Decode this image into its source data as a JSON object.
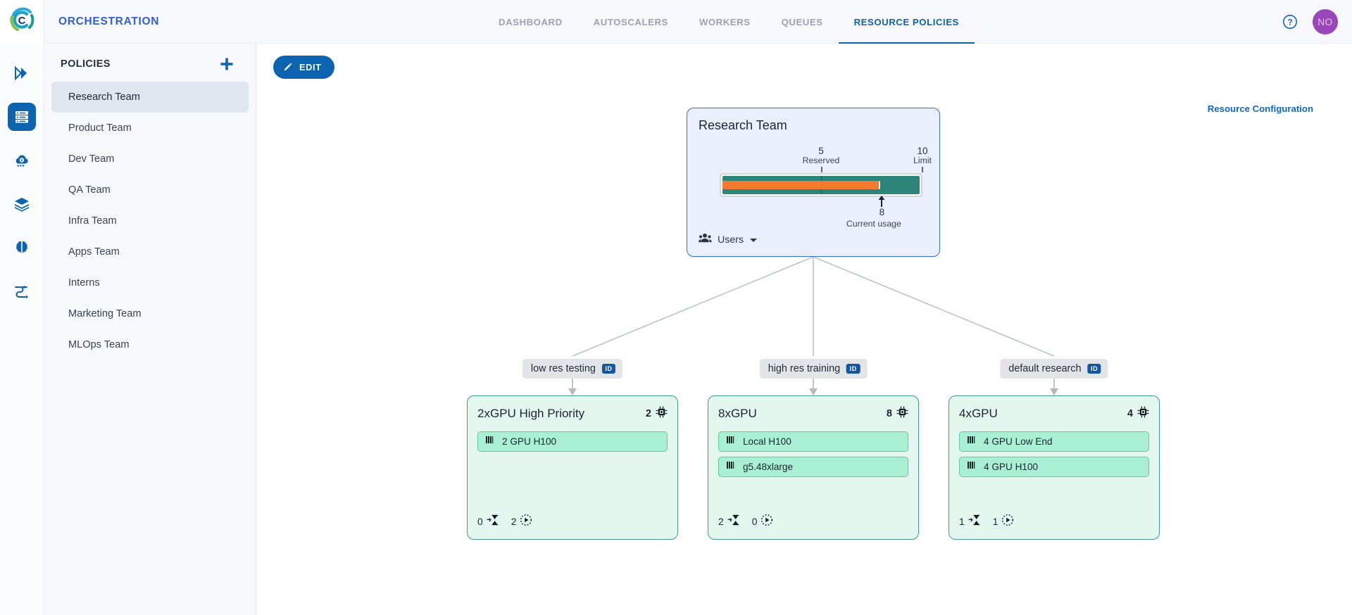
{
  "app": {
    "brand_title": "ORCHESTRATION",
    "logo_icon": "run-ai-c-logo-icon",
    "help_icon": "help-circle-icon",
    "avatar_initials": "NO"
  },
  "nav": {
    "tabs": [
      {
        "label": "DASHBOARD",
        "active": false
      },
      {
        "label": "AUTOSCALERS",
        "active": false
      },
      {
        "label": "WORKERS",
        "active": false
      },
      {
        "label": "QUEUES",
        "active": false
      },
      {
        "label": "RESOURCE POLICIES",
        "active": true
      }
    ]
  },
  "rail": {
    "items": [
      {
        "icon": "double-chevron-right-icon",
        "active": false
      },
      {
        "icon": "server-rack-icon",
        "active": true
      },
      {
        "icon": "cloud-gear-icon",
        "active": false
      },
      {
        "icon": "layers-stack-icon",
        "active": false
      },
      {
        "icon": "brain-icon",
        "active": false
      },
      {
        "icon": "shuffle-routes-icon",
        "active": false
      }
    ]
  },
  "sidebar": {
    "title": "POLICIES",
    "add_icon": "plus-icon",
    "items": [
      {
        "label": "Research Team",
        "selected": true
      },
      {
        "label": "Product Team",
        "selected": false
      },
      {
        "label": "Dev Team",
        "selected": false
      },
      {
        "label": "QA Team",
        "selected": false
      },
      {
        "label": "Infra Team",
        "selected": false
      },
      {
        "label": "Apps Team",
        "selected": false
      },
      {
        "label": "Interns",
        "selected": false
      },
      {
        "label": "Marketing Team",
        "selected": false
      },
      {
        "label": "MLOps Team",
        "selected": false
      }
    ]
  },
  "toolbar": {
    "edit_label": "EDIT",
    "edit_icon": "pencil-icon",
    "resource_configuration_label": "Resource Configuration"
  },
  "graph": {
    "root": {
      "title": "Research Team",
      "gauge": {
        "reserved_value": "5",
        "reserved_label": "Reserved",
        "limit_value": "10",
        "limit_label": "Limit",
        "current_value": "8",
        "current_label": "Current usage",
        "max": 10,
        "reserved": 5,
        "current": 8,
        "track_color": "#2c8579",
        "fill_color": "#f5792e"
      },
      "users_label": "Users",
      "users_icon": "users-group-icon",
      "users_caret_icon": "caret-down-icon"
    },
    "queues": [
      {
        "name": "low res testing",
        "chip": "ID"
      },
      {
        "name": "high res training",
        "chip": "ID"
      },
      {
        "name": "default research",
        "chip": "ID"
      }
    ],
    "resource_cards": [
      {
        "title": "2xGPU High Priority",
        "capacity": "2",
        "capacity_icon": "cpu-chip-icon",
        "resources": [
          {
            "label": "2 GPU H100",
            "icon": "gpu-bars-icon"
          }
        ],
        "pending": {
          "value": "0",
          "icon": "hourglass-arrow-icon"
        },
        "running": {
          "value": "2",
          "icon": "play-dotted-circle-icon"
        }
      },
      {
        "title": "8xGPU",
        "capacity": "8",
        "capacity_icon": "cpu-chip-icon",
        "resources": [
          {
            "label": "Local H100",
            "icon": "gpu-bars-icon"
          },
          {
            "label": "g5.48xlarge",
            "icon": "gpu-bars-icon"
          }
        ],
        "pending": {
          "value": "2",
          "icon": "hourglass-arrow-icon"
        },
        "running": {
          "value": "0",
          "icon": "play-dotted-circle-icon"
        }
      },
      {
        "title": "4xGPU",
        "capacity": "4",
        "capacity_icon": "cpu-chip-icon",
        "resources": [
          {
            "label": "4 GPU Low End",
            "icon": "gpu-bars-icon"
          },
          {
            "label": "4 GPU H100",
            "icon": "gpu-bars-icon"
          }
        ],
        "pending": {
          "value": "1",
          "icon": "hourglass-arrow-icon"
        },
        "running": {
          "value": "1",
          "icon": "play-dotted-circle-icon"
        }
      }
    ]
  },
  "colors": {
    "accent_blue": "#0c64b0",
    "brand_blue": "#2f5fd0",
    "root_node_border": "#2f6ddb",
    "root_node_bg": "#eaeffb",
    "card_border": "#3e9b88",
    "card_bg": "#e3f7ef",
    "resource_item_bg": "#a8efd4",
    "gauge_track": "#2c8579",
    "gauge_fill": "#f5792e",
    "avatar_bg": "#9b46b8"
  }
}
